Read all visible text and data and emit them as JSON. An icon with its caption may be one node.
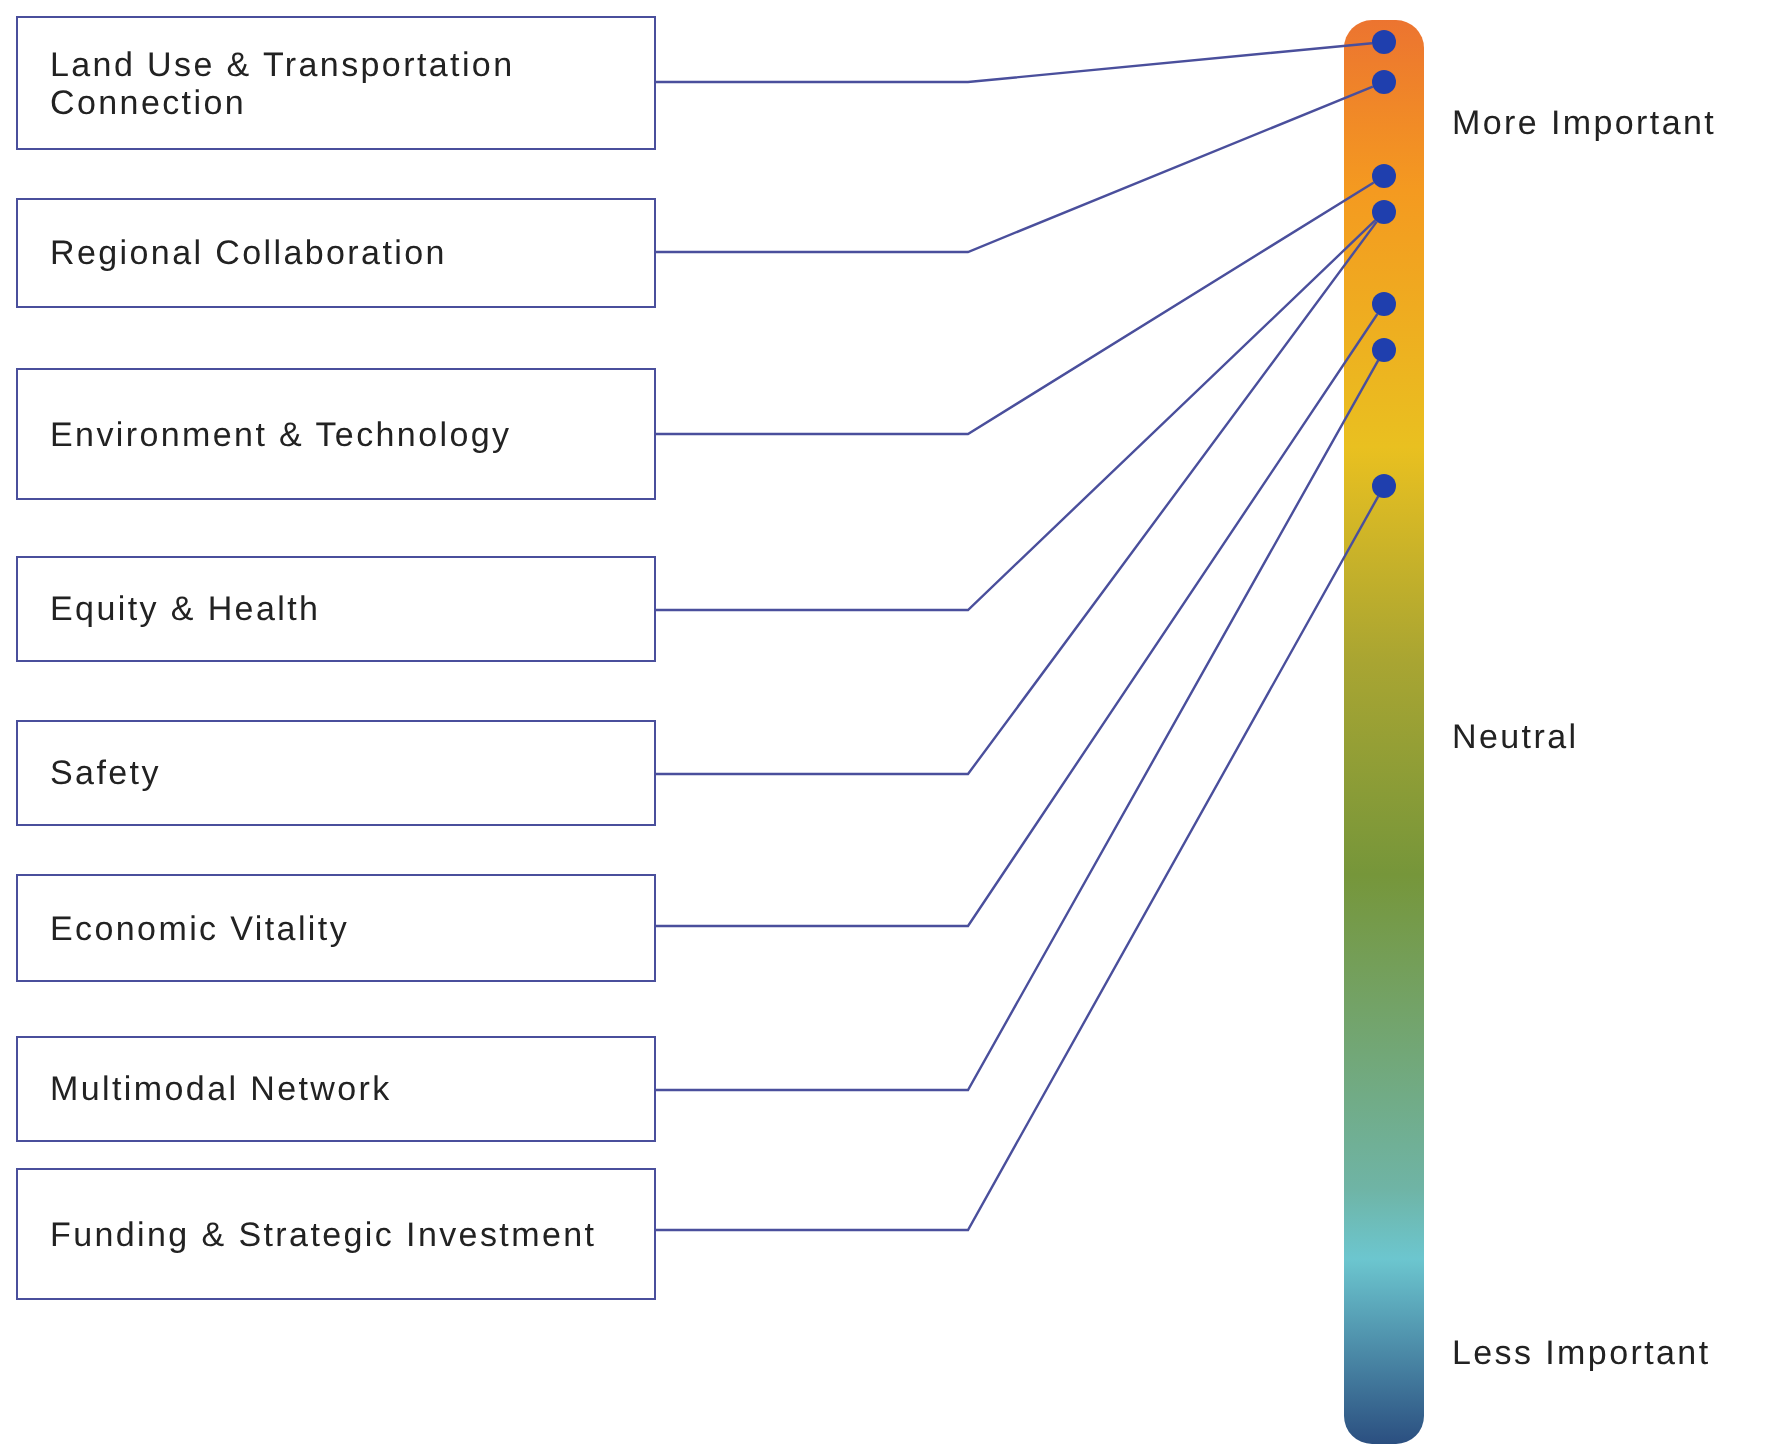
{
  "diagram": {
    "nodes": [
      {
        "text": [
          "Land Use & Transportation Connection"
        ]
      },
      {
        "text": [
          "Regional Collaboration"
        ]
      },
      {
        "text": [
          "Environment & Technology"
        ]
      },
      {
        "text": [
          "Equity & Health"
        ]
      },
      {
        "text": [
          "Safety"
        ]
      },
      {
        "text": [
          "Economic Vitality"
        ]
      },
      {
        "text": [
          "Multimodal Network"
        ]
      },
      {
        "text": [
          "Funding & Strategic Investment"
        ]
      },
      {
        "text": [],
        "shape": "bar"
      },
      {
        "text": [],
        "shape": "circle",
        "in": 8
      },
      {
        "text": [],
        "shape": "circle",
        "in": 8
      },
      {
        "text": [],
        "shape": "circle",
        "in": 8
      },
      {
        "text": [],
        "shape": "circle",
        "in": 8
      },
      {
        "text": [],
        "shape": "circle",
        "in": 8
      },
      {
        "text": [],
        "shape": "circle",
        "in": 8
      },
      {
        "text": [],
        "shape": "circle",
        "in": 8
      }
    ],
    "edges": [
      {
        "from": 0,
        "to": 9,
        "arrow": "none"
      },
      {
        "from": 1,
        "to": 10,
        "arrow": "none"
      },
      {
        "from": 2,
        "to": 11,
        "arrow": "none"
      },
      {
        "from": 3,
        "to": 12,
        "arrow": "none"
      },
      {
        "from": 4,
        "to": 12,
        "arrow": "none"
      },
      {
        "from": 5,
        "to": 13,
        "arrow": "none"
      },
      {
        "from": 6,
        "to": 14,
        "arrow": "none"
      },
      {
        "from": 7,
        "to": 15,
        "arrow": "none"
      }
    ],
    "labels": [
      "More Important",
      "Neutral",
      "Less Important"
    ]
  }
}
